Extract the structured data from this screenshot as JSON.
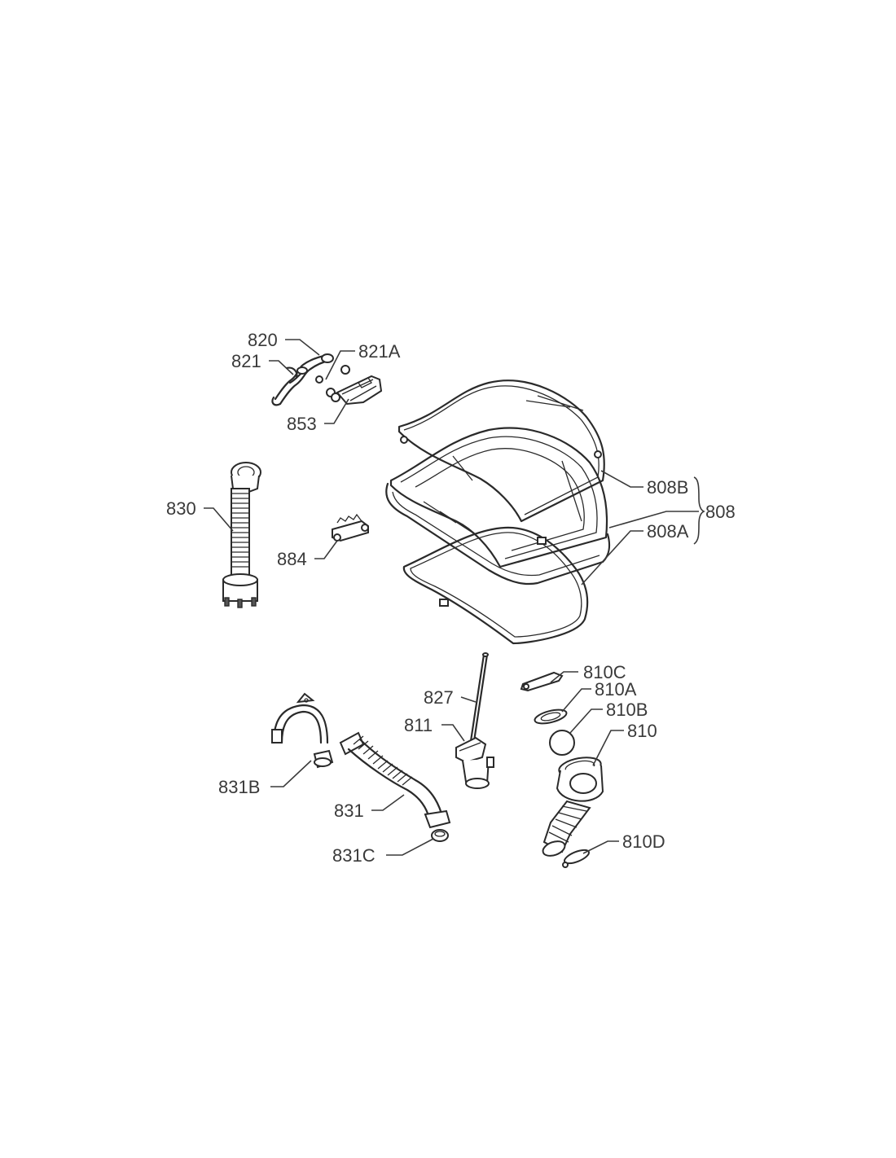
{
  "labels": {
    "p820": "820",
    "p821": "821",
    "p821A": "821A",
    "p853": "853",
    "p830": "830",
    "p884": "884",
    "p808B": "808B",
    "p808": "808",
    "p808A": "808A",
    "p827": "827",
    "p811": "811",
    "p810C": "810C",
    "p810A": "810A",
    "p810B": "810B",
    "p810": "810",
    "p810D": "810D",
    "p831B": "831B",
    "p831": "831",
    "p831C": "831C"
  }
}
